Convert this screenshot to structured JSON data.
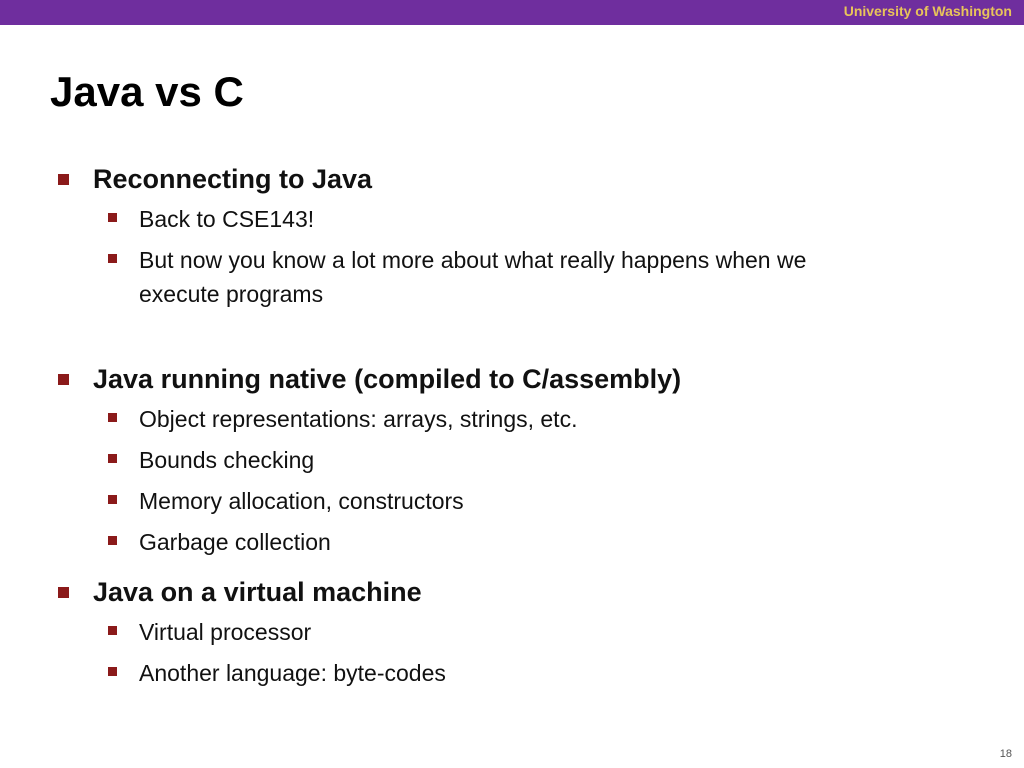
{
  "header": {
    "institution": "University of Washington"
  },
  "slide": {
    "title": "Java vs C",
    "page_number": "18"
  },
  "sections": [
    {
      "heading": "Reconnecting to Java",
      "items": [
        "Back to CSE143!",
        "But now you know a lot more about what really happens when we execute programs"
      ]
    },
    {
      "heading": "Java running native (compiled to C/assembly)",
      "items": [
        "Object representations: arrays, strings, etc.",
        "Bounds checking",
        "Memory allocation, constructors",
        "Garbage collection"
      ]
    },
    {
      "heading": "Java on a virtual machine",
      "items": [
        "Virtual processor",
        "Another language: byte-codes"
      ]
    }
  ],
  "colors": {
    "header_bar": "#6f2e9e",
    "institution_text": "#e8c45a",
    "bullet": "#8b1a1a"
  }
}
